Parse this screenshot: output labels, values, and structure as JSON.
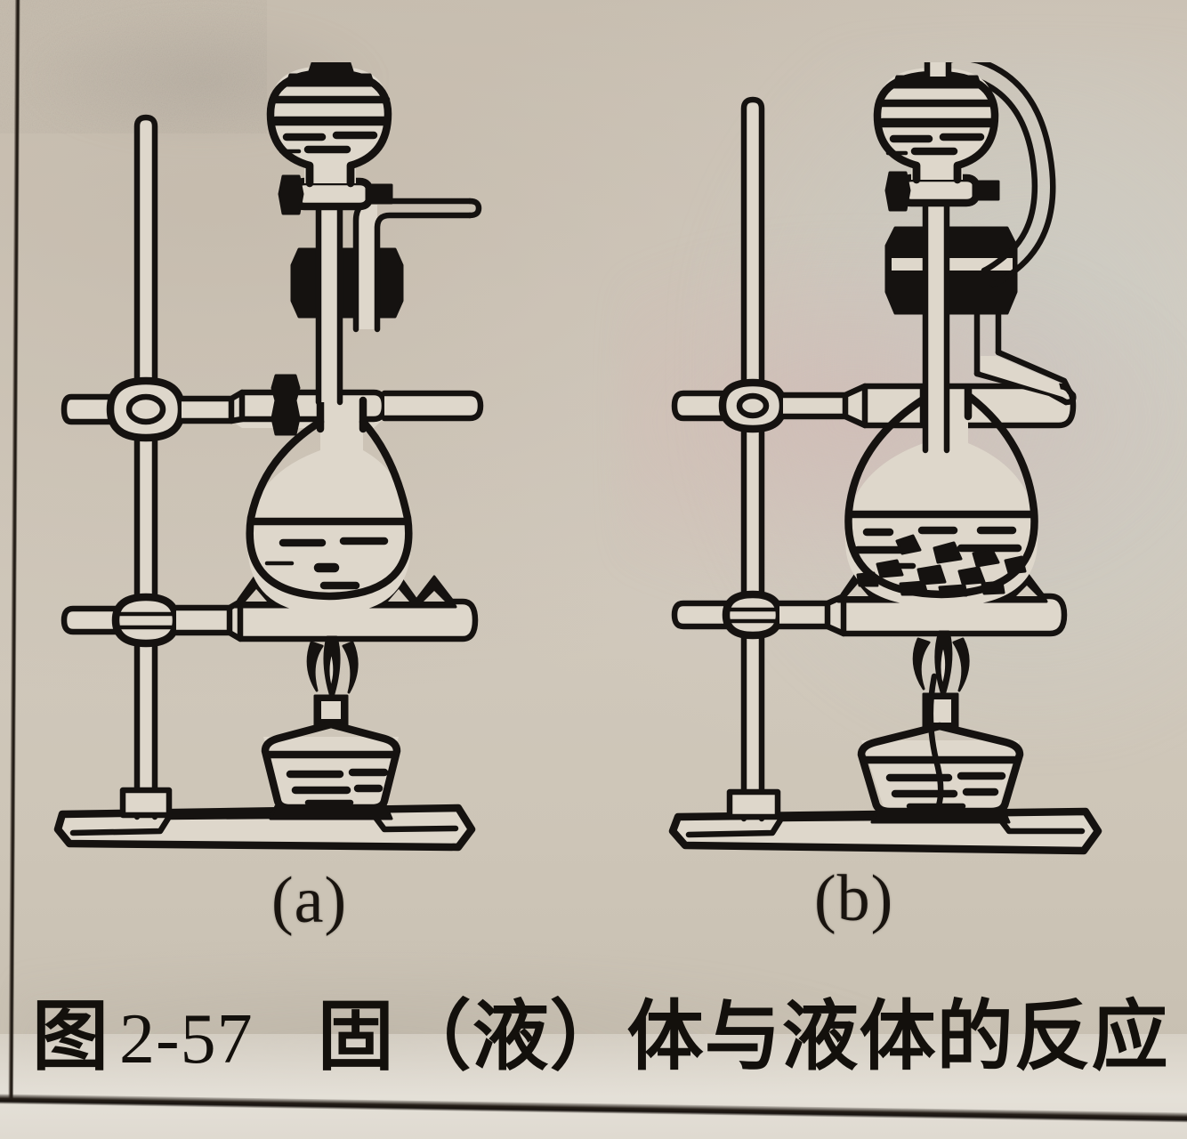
{
  "figure": {
    "caption_label": "图",
    "caption_number": "2-57",
    "caption_title": "固（液）体与液体的反应",
    "caption_full": "图 2-57　固（液）体与液体的反应",
    "background_color": "#cdc5b8",
    "ink_color": "#151210"
  },
  "panels": [
    {
      "id": "a",
      "sublabel": "(a)",
      "parts": {
        "stand_rod": "iron stand vertical rod",
        "stand_base": "cast iron stand base",
        "upper_clamp": "clamp holder with thumbscrew",
        "lower_ring": "iron ring support",
        "wire_gauze": "wire gauze",
        "flask": "round-bottom flask",
        "flask_contents": "liquid",
        "stopper": "two-hole rubber stopper",
        "dropping_funnel": "spherical dropping funnel with stopcock",
        "funnel_stopper": "ground glass stopper",
        "stopcock": "glass stopcock",
        "delivery_tube": "bent delivery tube",
        "burner": "alcohol lamp",
        "flame": "flame"
      }
    },
    {
      "id": "b",
      "sublabel": "(b)",
      "parts": {
        "stand_rod": "iron stand vertical rod",
        "stand_base": "cast iron stand base",
        "upper_clamp": "clamp holder with thumbscrew",
        "lower_ring": "iron ring support",
        "wire_gauze": "wire gauze",
        "flask": "round-bottom flask",
        "flask_contents": "liquid with solid granules",
        "stopper": "two-hole rubber stopper",
        "dropping_funnel": "spherical dropping funnel with stopcock",
        "funnel_stopper": "ground glass stopper",
        "stopcock": "glass stopcock",
        "pressure_equalising_tube": "pressure equalising side tube",
        "delivery_tube": "tapered side delivery tube",
        "burner": "alcohol lamp",
        "flame": "flame"
      }
    }
  ]
}
